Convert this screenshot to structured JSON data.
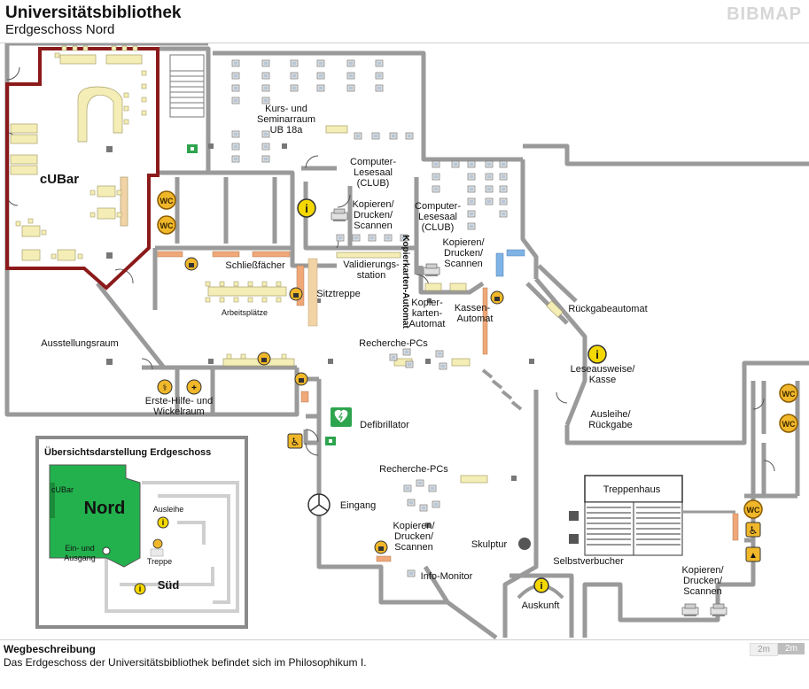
{
  "header": {
    "title": "Universitätsbibliothek",
    "subtitle": "Erdgeschoss Nord",
    "brand": "BIBMAP"
  },
  "colors": {
    "wall": "#999999",
    "cubar_outline": "#8b1a1a",
    "furniture": "#f4eeb6",
    "stair": "#f2d3a6",
    "orange_device": "#f0a878",
    "blue_device": "#7fb2e5",
    "wc_badge": "#f0b72a",
    "info_badge": "#f5d800",
    "overview_green": "#22b14c",
    "first_aid_green": "#2ea44f"
  },
  "rooms": {
    "cubar": "cUBar",
    "kurs": [
      "Kurs- und",
      "Seminarraum",
      "UB 18a"
    ],
    "club_a": [
      "Computer-",
      "Lesesaal",
      "(CLUB)"
    ],
    "club_b": [
      "Computer-",
      "Lesesaal",
      "(CLUB)"
    ],
    "kopieren_a": [
      "Kopieren/",
      "Drucken/",
      "Scannen"
    ],
    "kopieren_b": [
      "Kopieren/",
      "Drucken/",
      "Scannen"
    ],
    "schliessfaecher": "Schließfächer",
    "validierung": [
      "Validierungs-",
      "station"
    ],
    "kopierkarten_vertical": "Kopierkarten-Automat",
    "kopierkarten": [
      "Kopier-",
      "karten-",
      "Automat"
    ],
    "kassen": [
      "Kassen-",
      "Automat"
    ],
    "sitztreppe": "Sitztreppe",
    "arbeitsplaetze": "Arbeitsplätze",
    "rueckgabe": "Rückgabeautomat",
    "ausstellung": "Ausstellungsraum",
    "recherche_a": "Recherche-PCs",
    "leseausweise": [
      "Leseausweise/",
      "Kasse"
    ],
    "ausleihe": [
      "Ausleihe/",
      "Rückgabe"
    ],
    "erste_hilfe": [
      "Erste-Hilfe- und",
      "Wickelraum"
    ],
    "defibrillator": "Defibrillator",
    "recherche_b": "Recherche-PCs",
    "treppenhaus": "Treppenhaus",
    "eingang": "Eingang",
    "kopieren_c": [
      "Kopieren/",
      "Drucken/",
      "Scannen"
    ],
    "skulptur": "Skulptur",
    "selbstverbucher": "Selbstverbucher",
    "kopieren_d": [
      "Kopieren/",
      "Drucken/",
      "Scannen"
    ],
    "info_monitor": "Info-Monitor",
    "auskunft": "Auskunft"
  },
  "icons": {
    "wc": "WC",
    "info": "i",
    "locker": "lock-icon",
    "wheelchair": "wheelchair-icon",
    "aed": "defibrillator-icon",
    "exit": "emergency-exit-icon",
    "first_aid": "first-aid-icon",
    "copier": "copier-icon",
    "pc": "computer-icon",
    "elevator": "elevator-icon"
  },
  "overview": {
    "title": "Übersichtsdarstellung Erdgeschoss",
    "north": "Nord",
    "south": "Süd",
    "cubar": "cUBar",
    "ausleihe": "Ausleihe",
    "entrance": [
      "Ein- und",
      "Ausgang"
    ],
    "stairs": "Treppe"
  },
  "footer": {
    "title": "Wegbeschreibung",
    "text": "Das Erdgeschoss der Universitätsbibliothek befindet sich im Philosophikum I."
  },
  "scale": {
    "small": "2m",
    "large": "2m"
  }
}
